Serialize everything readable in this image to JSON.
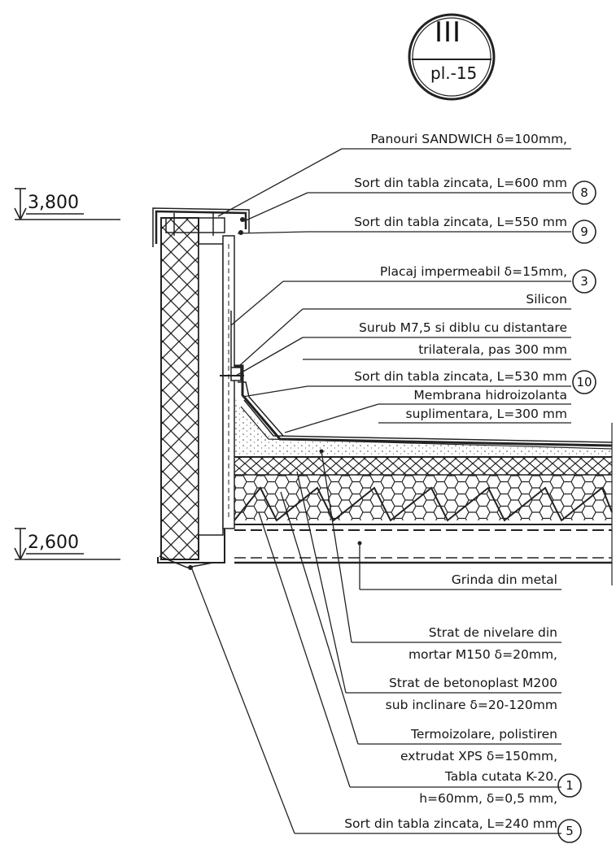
{
  "detail_ref": {
    "number": "III",
    "sheet": "pl.-15"
  },
  "levels": [
    {
      "id": "top",
      "value": "3,800"
    },
    {
      "id": "bottom",
      "value": "2,600"
    }
  ],
  "callouts": {
    "c8": "8",
    "c9": "9",
    "c3": "3",
    "c10": "10",
    "c1": "1",
    "c5": "5"
  },
  "labels": {
    "panouri_sandwich": "Panouri SANDWICH δ=100mm,",
    "sort_600": "Sort din tabla zincata, L=600 mm",
    "sort_550": "Sort din tabla zincata, L=550 mm",
    "placaj": "Placaj impermeabil δ=15mm,",
    "silicon": "Silicon",
    "surub_1": "Surub M7,5 si diblu cu distantare",
    "surub_2": "trilaterala, pas 300 mm",
    "sort_530": "Sort din tabla zincata, L=530 mm",
    "membrana_1": "Membrana hidroizolanta",
    "membrana_2": "suplimentara, L=300 mm",
    "grinda": "Grinda din metal",
    "nivelare_1": "Strat de nivelare din",
    "nivelare_2": "mortar M150 δ=20mm,",
    "betonoplast_1": "Strat de betonoplast M200",
    "betonoplast_2": "sub inclinare δ=20-120mm",
    "termo_1": "Termoizolare, polistiren",
    "termo_2": "extrudat XPS δ=150mm,",
    "tabla_1": "Tabla cutata K-20.",
    "tabla_2": "h=60mm, δ=0,5 mm,",
    "sort_240": "Sort din tabla zincata, L=240 mm"
  }
}
